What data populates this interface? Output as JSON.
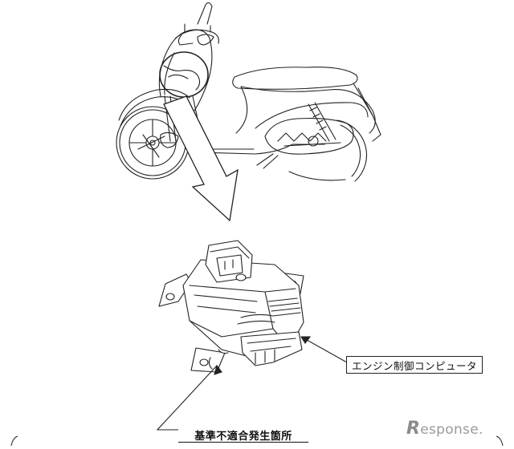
{
  "callout": {
    "ecu_label": "エンジン制御コンピュータ"
  },
  "defect": {
    "location_label": "基準不適合発生箇所"
  },
  "watermark": {
    "mark": "R",
    "text": "esponse."
  },
  "colors": {
    "line": "#222222",
    "watermark": "#9a9a9a"
  }
}
